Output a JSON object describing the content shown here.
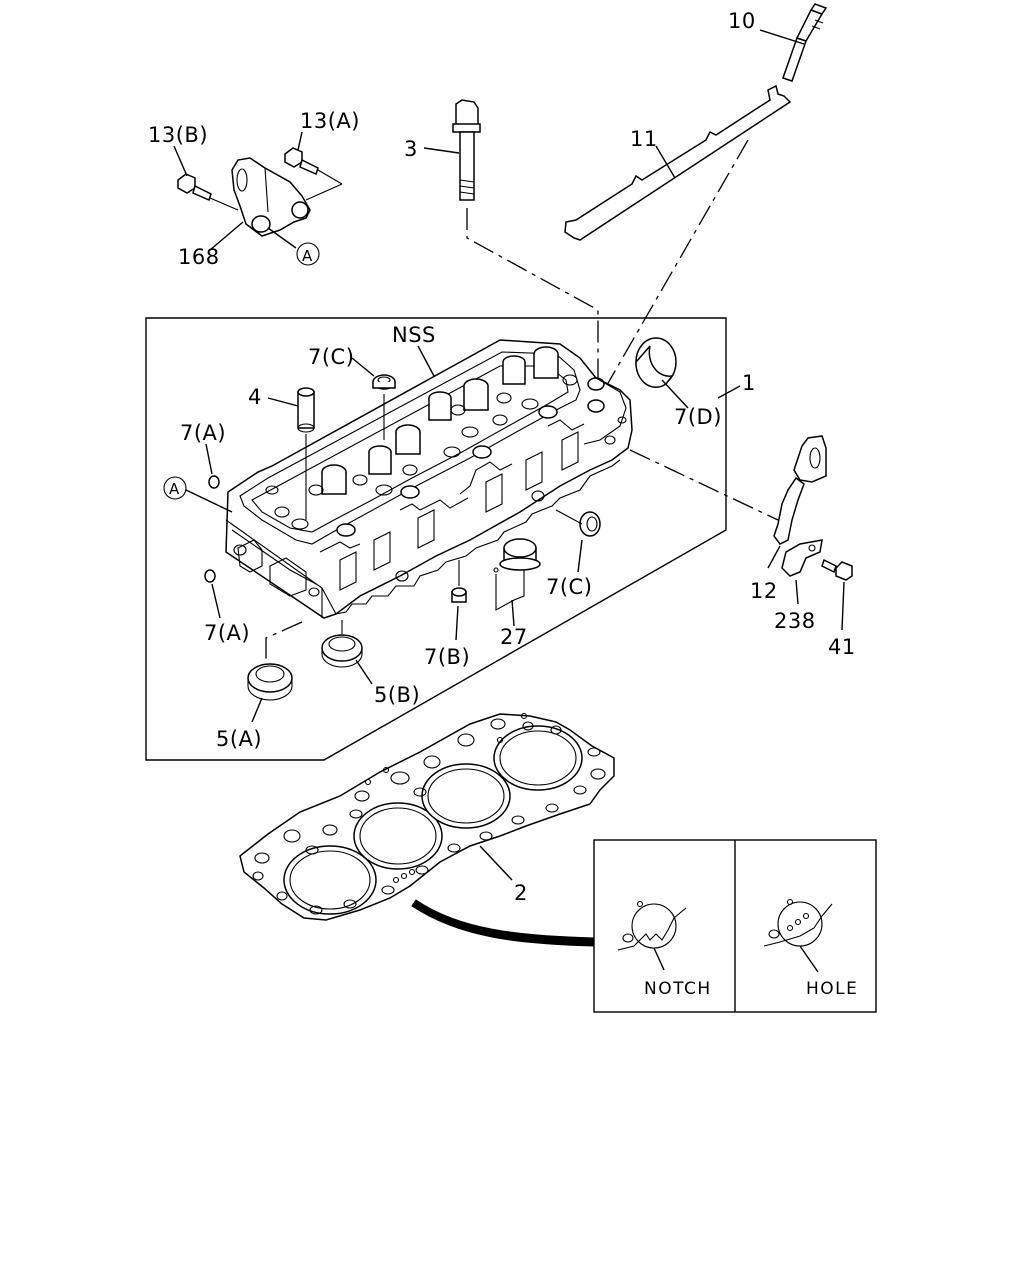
{
  "diagram": {
    "callouts": {
      "p10": "10",
      "p11": "11",
      "p13b": "13(B)",
      "p13a": "13(A)",
      "p3": "3",
      "p168": "168",
      "circleA_top": "A",
      "nss": "NSS",
      "p7c_top": "7(C)",
      "p4": "4",
      "p1": "1",
      "p7d": "7(D)",
      "p7a_top": "7(A)",
      "circleA_left": "A",
      "p7a_bottom": "7(A)",
      "p7b": "7(B)",
      "p27": "27",
      "p7c_bottom": "7(C)",
      "p12": "12",
      "p238": "238",
      "p41": "41",
      "p5b": "5(B)",
      "p5a": "5(A)",
      "p2": "2"
    },
    "detail": {
      "notch_label": "NOTCH",
      "hole_label": "HOLE"
    }
  }
}
